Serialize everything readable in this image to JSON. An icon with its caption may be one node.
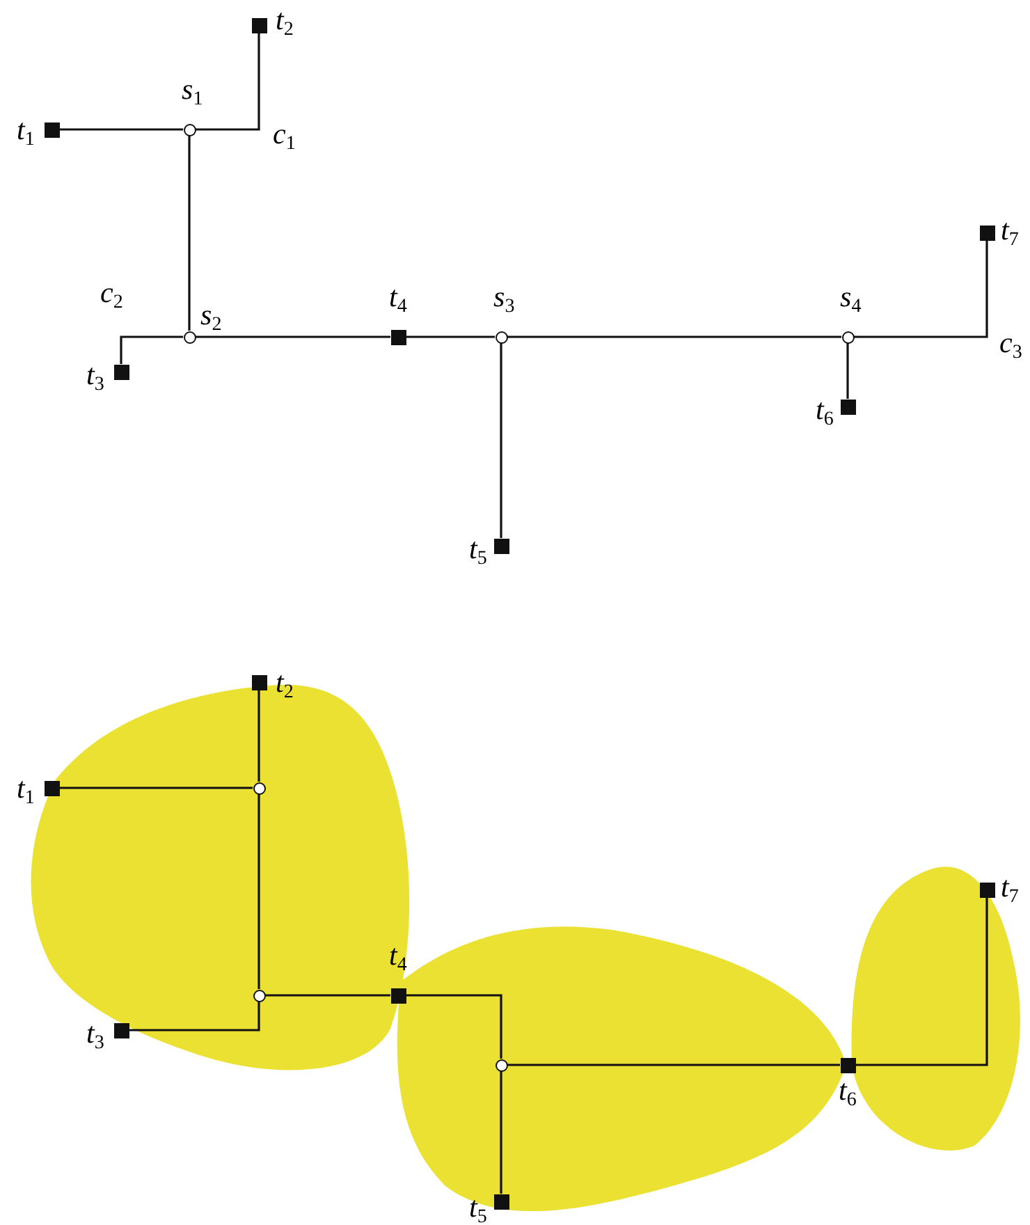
{
  "diagram": {
    "nodes": [
      {
        "text": [],
        "shape": "box",
        "beside": [
          "t$_{2}$"
        ]
      },
      {
        "text": [],
        "shape": "box",
        "beside": [
          "t$_{1}$"
        ]
      },
      {
        "text": [],
        "shape": "circle",
        "beside": [
          "s$_{1}$"
        ]
      },
      {
        "text": [],
        "shape": "box",
        "beside": [
          "t$_{7}$"
        ]
      },
      {
        "text": [],
        "shape": "circle",
        "beside": [
          "s$_{2}$"
        ]
      },
      {
        "text": [],
        "shape": "box",
        "beside": [
          "t$_{3}$"
        ]
      },
      {
        "text": [],
        "shape": "box",
        "beside": [
          "t$_{4}$"
        ]
      },
      {
        "text": [],
        "shape": "circle",
        "beside": [
          "s$_{3}$"
        ]
      },
      {
        "text": [],
        "shape": "circle",
        "beside": [
          "s$_{4}$"
        ]
      },
      {
        "text": [],
        "shape": "box",
        "beside": [
          "t$_{6}$"
        ]
      },
      {
        "text": [],
        "shape": "box",
        "beside": [
          "t$_{5}$"
        ]
      },
      {
        "text": [],
        "shape": "box",
        "beside": [
          "t$_{2}$"
        ]
      },
      {
        "text": [],
        "shape": "box",
        "beside": [
          "t$_{1}$"
        ]
      },
      {
        "text": [],
        "shape": "circle"
      },
      {
        "text": [],
        "shape": "box",
        "beside": [
          "t$_{7}$"
        ]
      },
      {
        "text": [],
        "shape": "box",
        "beside": [
          "t$_{4}$"
        ]
      },
      {
        "text": [],
        "shape": "circle"
      },
      {
        "text": [],
        "shape": "box",
        "beside": [
          "t$_{3}$"
        ]
      },
      {
        "text": [],
        "shape": "circle"
      },
      {
        "text": [],
        "shape": "box",
        "beside": [
          "t$_{6}$"
        ]
      },
      {
        "text": [],
        "shape": "box",
        "beside": [
          "t$_{5}$"
        ]
      }
    ],
    "edges": [
      {
        "from": 1,
        "to": 2,
        "arrow": "none"
      },
      {
        "from": 2,
        "to": 0,
        "arrow": "none"
      },
      {
        "from": 2,
        "to": 4,
        "arrow": "none"
      },
      {
        "from": 4,
        "to": 5,
        "arrow": "none"
      },
      {
        "from": 4,
        "to": 6,
        "arrow": "none"
      },
      {
        "from": 6,
        "to": 7,
        "arrow": "none"
      },
      {
        "from": 7,
        "to": 10,
        "arrow": "none"
      },
      {
        "from": 7,
        "to": 8,
        "arrow": "none"
      },
      {
        "from": 8,
        "to": 9,
        "arrow": "none"
      },
      {
        "from": 8,
        "to": 3,
        "arrow": "none"
      },
      {
        "from": 12,
        "to": 13,
        "arrow": "none"
      },
      {
        "from": 13,
        "to": 11,
        "arrow": "none"
      },
      {
        "from": 13,
        "to": 16,
        "arrow": "none"
      },
      {
        "from": 16,
        "to": 17,
        "arrow": "none"
      },
      {
        "from": 16,
        "to": 15,
        "arrow": "none"
      },
      {
        "from": 15,
        "to": 18,
        "arrow": "none"
      },
      {
        "from": 18,
        "to": 20,
        "arrow": "none"
      },
      {
        "from": 18,
        "to": 19,
        "arrow": "none"
      },
      {
        "from": 19,
        "to": 14,
        "arrow": "none"
      }
    ],
    "labels": [
      "c$_{1}$",
      "c$_{2}$",
      "c$_{3}$"
    ]
  }
}
